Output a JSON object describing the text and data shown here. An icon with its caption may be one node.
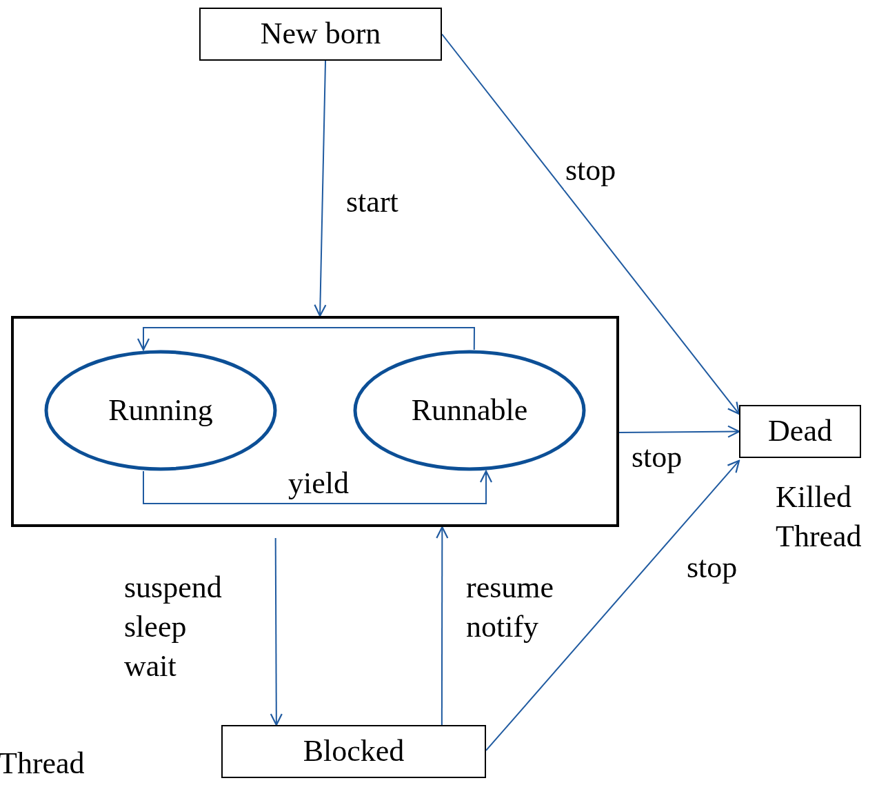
{
  "diagram": {
    "nodes": [
      {
        "text": [
          "New born"
        ]
      },
      {
        "text": [],
        "shape": "box"
      },
      {
        "text": [
          "Running"
        ],
        "in": 1
      },
      {
        "text": [
          "Runnable"
        ],
        "in": 1
      },
      {
        "text": [
          "Dead"
        ],
        "beside": [
          "Killed Thread"
        ]
      },
      {
        "text": [
          "Blocked"
        ]
      }
    ],
    "edges": [
      {
        "from": 0,
        "to": 1,
        "arrow": "to",
        "label": "start"
      },
      {
        "from": 0,
        "to": 4,
        "arrow": "to",
        "label": "stop"
      },
      {
        "from": 1,
        "to": 4,
        "arrow": "to",
        "label": "stop"
      },
      {
        "from": 5,
        "to": 4,
        "arrow": "to",
        "label": "stop"
      },
      {
        "from": 1,
        "to": 5,
        "arrow": "to",
        "label": "suspend sleep wait"
      },
      {
        "from": 5,
        "to": 1,
        "arrow": "to",
        "label": "resume notify"
      },
      {
        "from": 3,
        "to": 2,
        "arrow": "to"
      },
      {
        "from": 2,
        "to": 3,
        "arrow": "to",
        "label": "yield"
      }
    ],
    "labels": [
      "Thread"
    ]
  }
}
